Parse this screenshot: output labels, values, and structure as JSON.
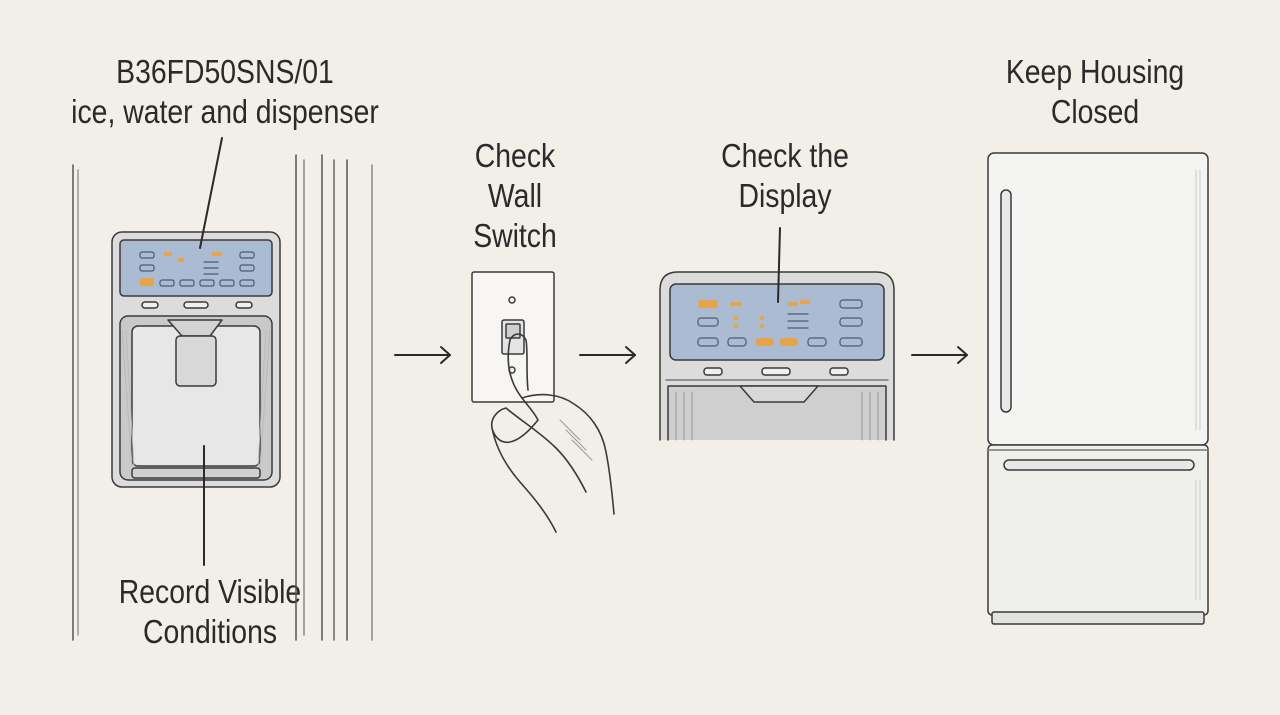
{
  "steps": [
    {
      "lines": [
        "B36FD50SNS/01",
        "ice, water and dispenser"
      ]
    },
    {
      "lines": [
        "Check",
        "Wall",
        "Switch"
      ]
    },
    {
      "lines": [
        "Check the",
        "Display"
      ]
    },
    {
      "lines": [
        "Keep Housing",
        "Closed"
      ]
    }
  ],
  "footer_label": {
    "lines": [
      "Record Visible",
      "Conditions"
    ]
  },
  "colors": {
    "background": "#f1efe8",
    "ink": "#3a3a3a",
    "display_panel": "#aabbd2",
    "indicator_orange": "#e6a54a",
    "steel": "#dcdcdc"
  }
}
